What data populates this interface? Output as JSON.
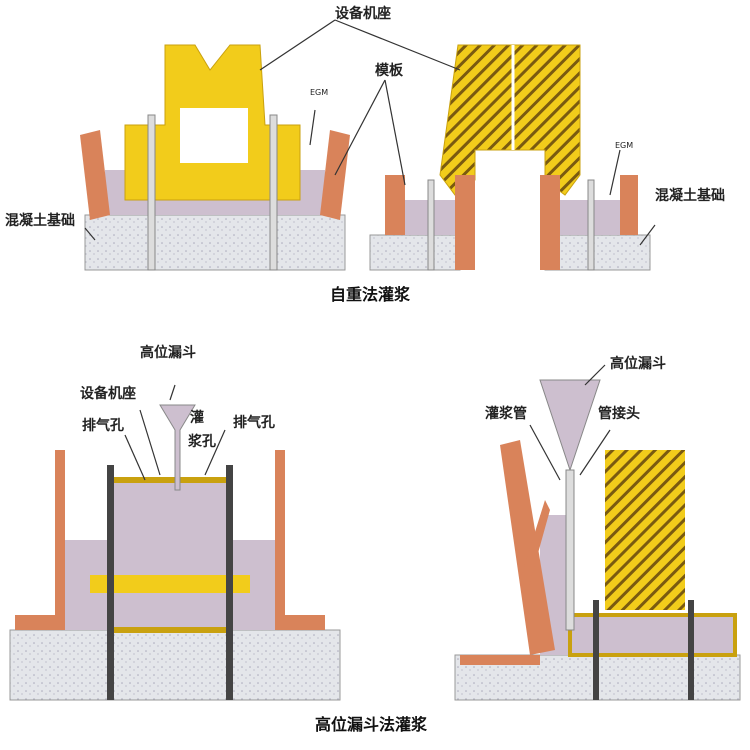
{
  "top": {
    "caption": "自重法灌浆",
    "labels": {
      "equipment_base": "设备机座",
      "egm_left": "EGM",
      "formwork": "模板",
      "egm_right": "EGM",
      "foundation_left": "混凝土基础",
      "foundation_right": "混凝土基础"
    }
  },
  "bottom": {
    "caption": "高位漏斗法灌浆",
    "left_labels": {
      "funnel": "高位漏斗",
      "equipment_base": "设备机座",
      "vent_left": "排气孔",
      "grout_hole_1": "灌",
      "grout_hole_2": "浆孔",
      "vent_right": "排气孔"
    },
    "right_labels": {
      "funnel": "高位漏斗",
      "grout_pipe": "灌浆管",
      "pipe_joint": "管接头"
    }
  },
  "colors": {
    "yellow": "#f2cc1b",
    "wood": "#d9835a",
    "grout": "#cdbfcf",
    "concrete": "#e4e6ea",
    "hatch": "#8a6a10"
  }
}
